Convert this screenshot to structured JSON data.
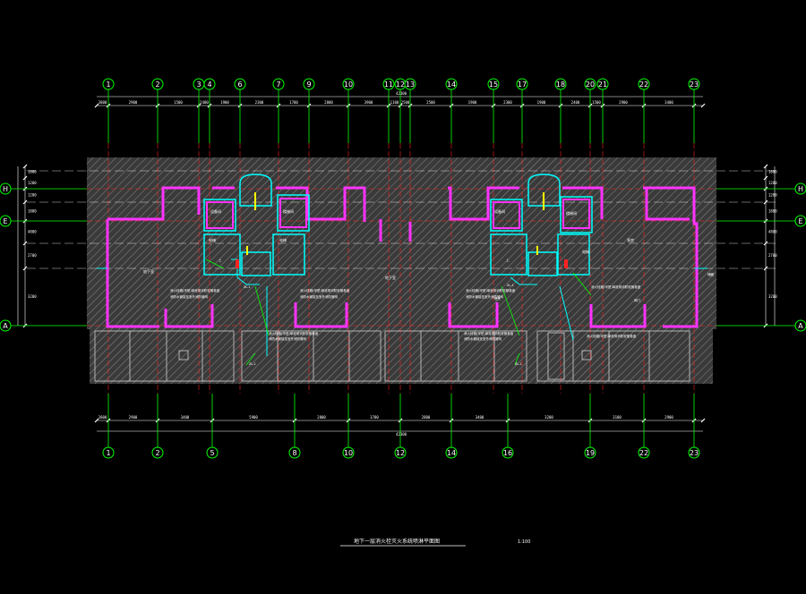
{
  "drawing": {
    "title": "地下一层消火栓灭火系统喷淋平面图",
    "scale": "1:100",
    "total_dim": "42300"
  },
  "colors": {
    "background": "#000000",
    "grid_axis": "#00ff00",
    "axis_center": "#ff0000",
    "walls": "#ff33ff",
    "hatch": "#8a8a8a",
    "pipe": "#00ffff",
    "text": "#ffffff",
    "elevator": "#ffff00"
  },
  "axes": {
    "top": [
      "1",
      "2",
      "3",
      "4",
      "6",
      "7",
      "9",
      "10",
      "11",
      "12",
      "13",
      "14",
      "15",
      "17",
      "18",
      "20",
      "21",
      "22",
      "23"
    ],
    "bottom": [
      "1",
      "2",
      "5",
      "8",
      "10",
      "12",
      "14",
      "16",
      "19",
      "22",
      "23"
    ],
    "side": [
      "H",
      "E",
      "A"
    ]
  },
  "dims": {
    "top": [
      "3800",
      "2900",
      "1500",
      "2400",
      "1900",
      "2300",
      "1700",
      "2800",
      "3900",
      "1100",
      "2500",
      "2500",
      "1900",
      "2300",
      "1900",
      "2400",
      "1500",
      "2900",
      "3400"
    ],
    "bottom": [
      "3800",
      "2900",
      "3400",
      "5900",
      "2800",
      "3700",
      "2800",
      "3400",
      "3200",
      "3100",
      "2900"
    ],
    "side": [
      "1800",
      "1200",
      "1200",
      "1800",
      "4800",
      "2700",
      "3200"
    ]
  },
  "labels": {
    "room_main": "地下室",
    "room_pump": "泵房",
    "equip_room": "设备间",
    "fire_hydrant_note": "消火栓箱(甲型)单栓带消防软管卷盘",
    "pipe_note": "消防水管接至室外消防管网",
    "stair": "楼梯间",
    "elevator": "电梯",
    "riser_xl": "XL-1",
    "riser_zl": "ZL-1",
    "fire_valve": "阀门",
    "up_label": "上",
    "storage": "储藏",
    "spray_note": "喷头"
  }
}
